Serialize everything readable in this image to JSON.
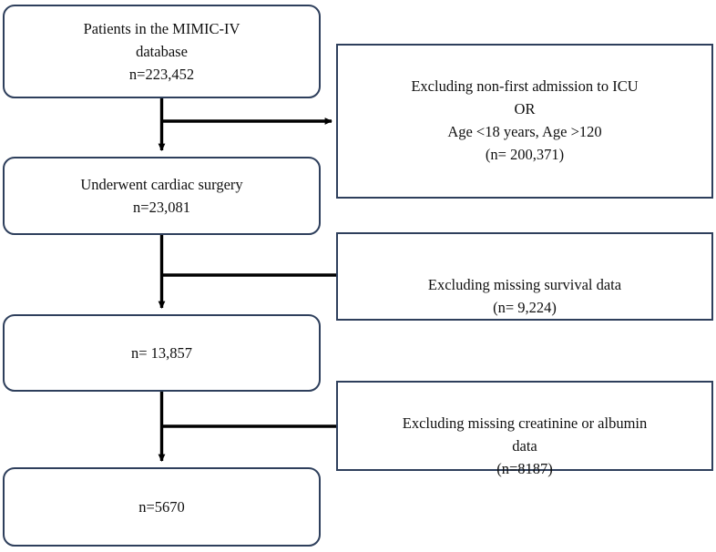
{
  "figure": {
    "type": "flowchart",
    "orientation": "vertical-with-right-exclusions",
    "colors": {
      "box_border": "#2e3f5c",
      "box_fill": "#ffffff",
      "connector": "#000000",
      "text": "#101010"
    }
  },
  "flow_nodes": [
    {
      "id": "cohort-source",
      "text": "Patients in the MIMIC-IV\ndatabase\nn=223,452",
      "count": "223,452"
    },
    {
      "id": "cardiac-surgery",
      "text": "Underwent cardiac surgery\nn=23,081",
      "count": "23,081"
    },
    {
      "id": "after-survival-filter",
      "text": "n= 13,857",
      "count": "13,857"
    },
    {
      "id": "final-cohort",
      "text": "n=5670",
      "count": "5670"
    }
  ],
  "exclusion_nodes": [
    {
      "id": "exclusion-admission-age",
      "text": "Excluding non-first admission to ICU\nOR\nAge <18 years, Age >120\n(n= 200,371)",
      "count": "200,371"
    },
    {
      "id": "exclusion-survival-data",
      "text": "Excluding missing survival data\n(n= 9,224)",
      "count": "9,224"
    },
    {
      "id": "exclusion-lab-data",
      "text": "Excluding missing creatinine or albumin\ndata\n(n=8187)",
      "count": "8187"
    }
  ]
}
